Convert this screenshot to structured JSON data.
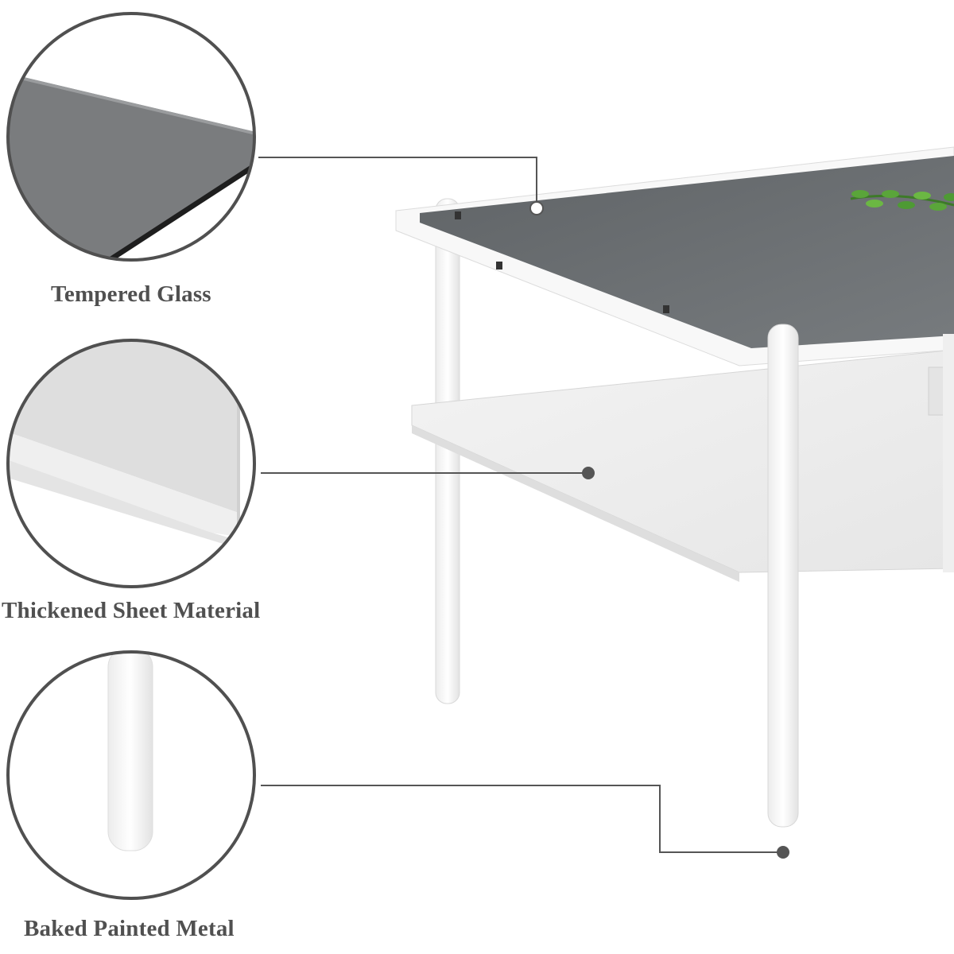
{
  "callouts": [
    {
      "id": "tempered-glass",
      "label": "Tempered Glass"
    },
    {
      "id": "thickened-sheet",
      "label": "Thickened Sheet Material"
    },
    {
      "id": "baked-metal",
      "label": "Baked Painted Metal"
    }
  ],
  "colors": {
    "background": "#ffffff",
    "label_text": "#505050",
    "callout_line": "#555555",
    "circle_border": "#505050",
    "glass": "#6f7275",
    "frame_white": "#f7f7f7",
    "shelf_white": "#eeeeee",
    "plant_green": "#5aa53a"
  }
}
